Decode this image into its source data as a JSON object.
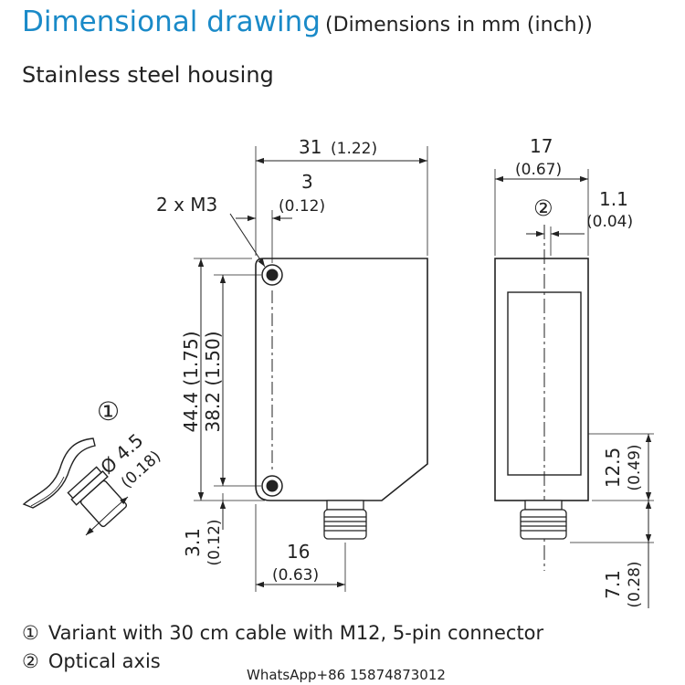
{
  "title": {
    "main": "Dimensional drawing",
    "sub": "(Dimensions in mm (inch))"
  },
  "subtitle": "Stainless steel housing",
  "dimensions": {
    "width_front": "31",
    "width_front_in": "(1.22)",
    "offset": "3",
    "offset_in": "(0.12)",
    "thread": "2 x M3",
    "height": "44.4 (1.75)",
    "hole_spacing": "38.2 (1.50)",
    "bottom_offset": "3.1",
    "bottom_offset_in": "(0.12)",
    "connector_pos": "16",
    "connector_pos_in": "(0.63)",
    "width_side": "17",
    "width_side_in": "(0.67)",
    "axis_offset": "1.1",
    "axis_offset_in": "(0.04)",
    "connector_height": "12.5",
    "connector_height_in": "(0.49)",
    "connector_length": "7.1",
    "connector_length_in": "(0.28)",
    "cable_dia": "Ø 4.5",
    "cable_dia_in": "(0.18)"
  },
  "markers": {
    "one": "①",
    "two": "②"
  },
  "notes": [
    {
      "marker": "①",
      "text": "Variant with 30 cm cable with M12, 5-pin connector"
    },
    {
      "marker": "②",
      "text": "Optical axis"
    }
  ],
  "watermark": "WhatsApp+86 15874873012",
  "colors": {
    "title": "#1a8ac8",
    "line": "#222222"
  }
}
